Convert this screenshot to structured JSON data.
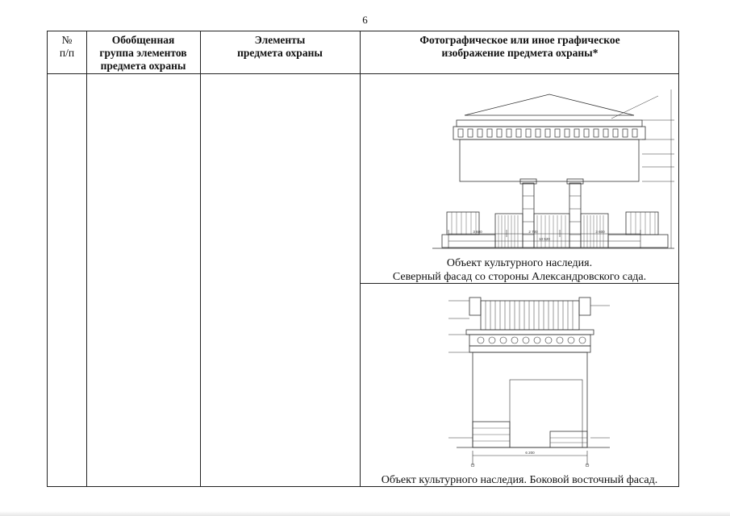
{
  "page_number": "6",
  "table": {
    "headers": [
      {
        "line1": "№",
        "line2": "п/п"
      },
      {
        "line1": "Обобщенная",
        "line2": "группа элементов",
        "line3": "предмета охраны"
      },
      {
        "line1": "Элементы",
        "line2": "предмета охраны"
      },
      {
        "line1": "Фотографическое или иное графическое",
        "line2": "изображение предмета охраны*"
      }
    ],
    "drawings": [
      {
        "caption_line1": "Объект культурного наследия.",
        "caption_line2": "Северный фасад со стороны Александровского сада.",
        "dimensions": [
          "3 600",
          "2 720",
          "3 600",
          "10 520"
        ]
      },
      {
        "caption_line1": "Объект культурного наследия. Боковой восточный фасад.",
        "dimensions": [
          "6 200"
        ]
      }
    ]
  }
}
